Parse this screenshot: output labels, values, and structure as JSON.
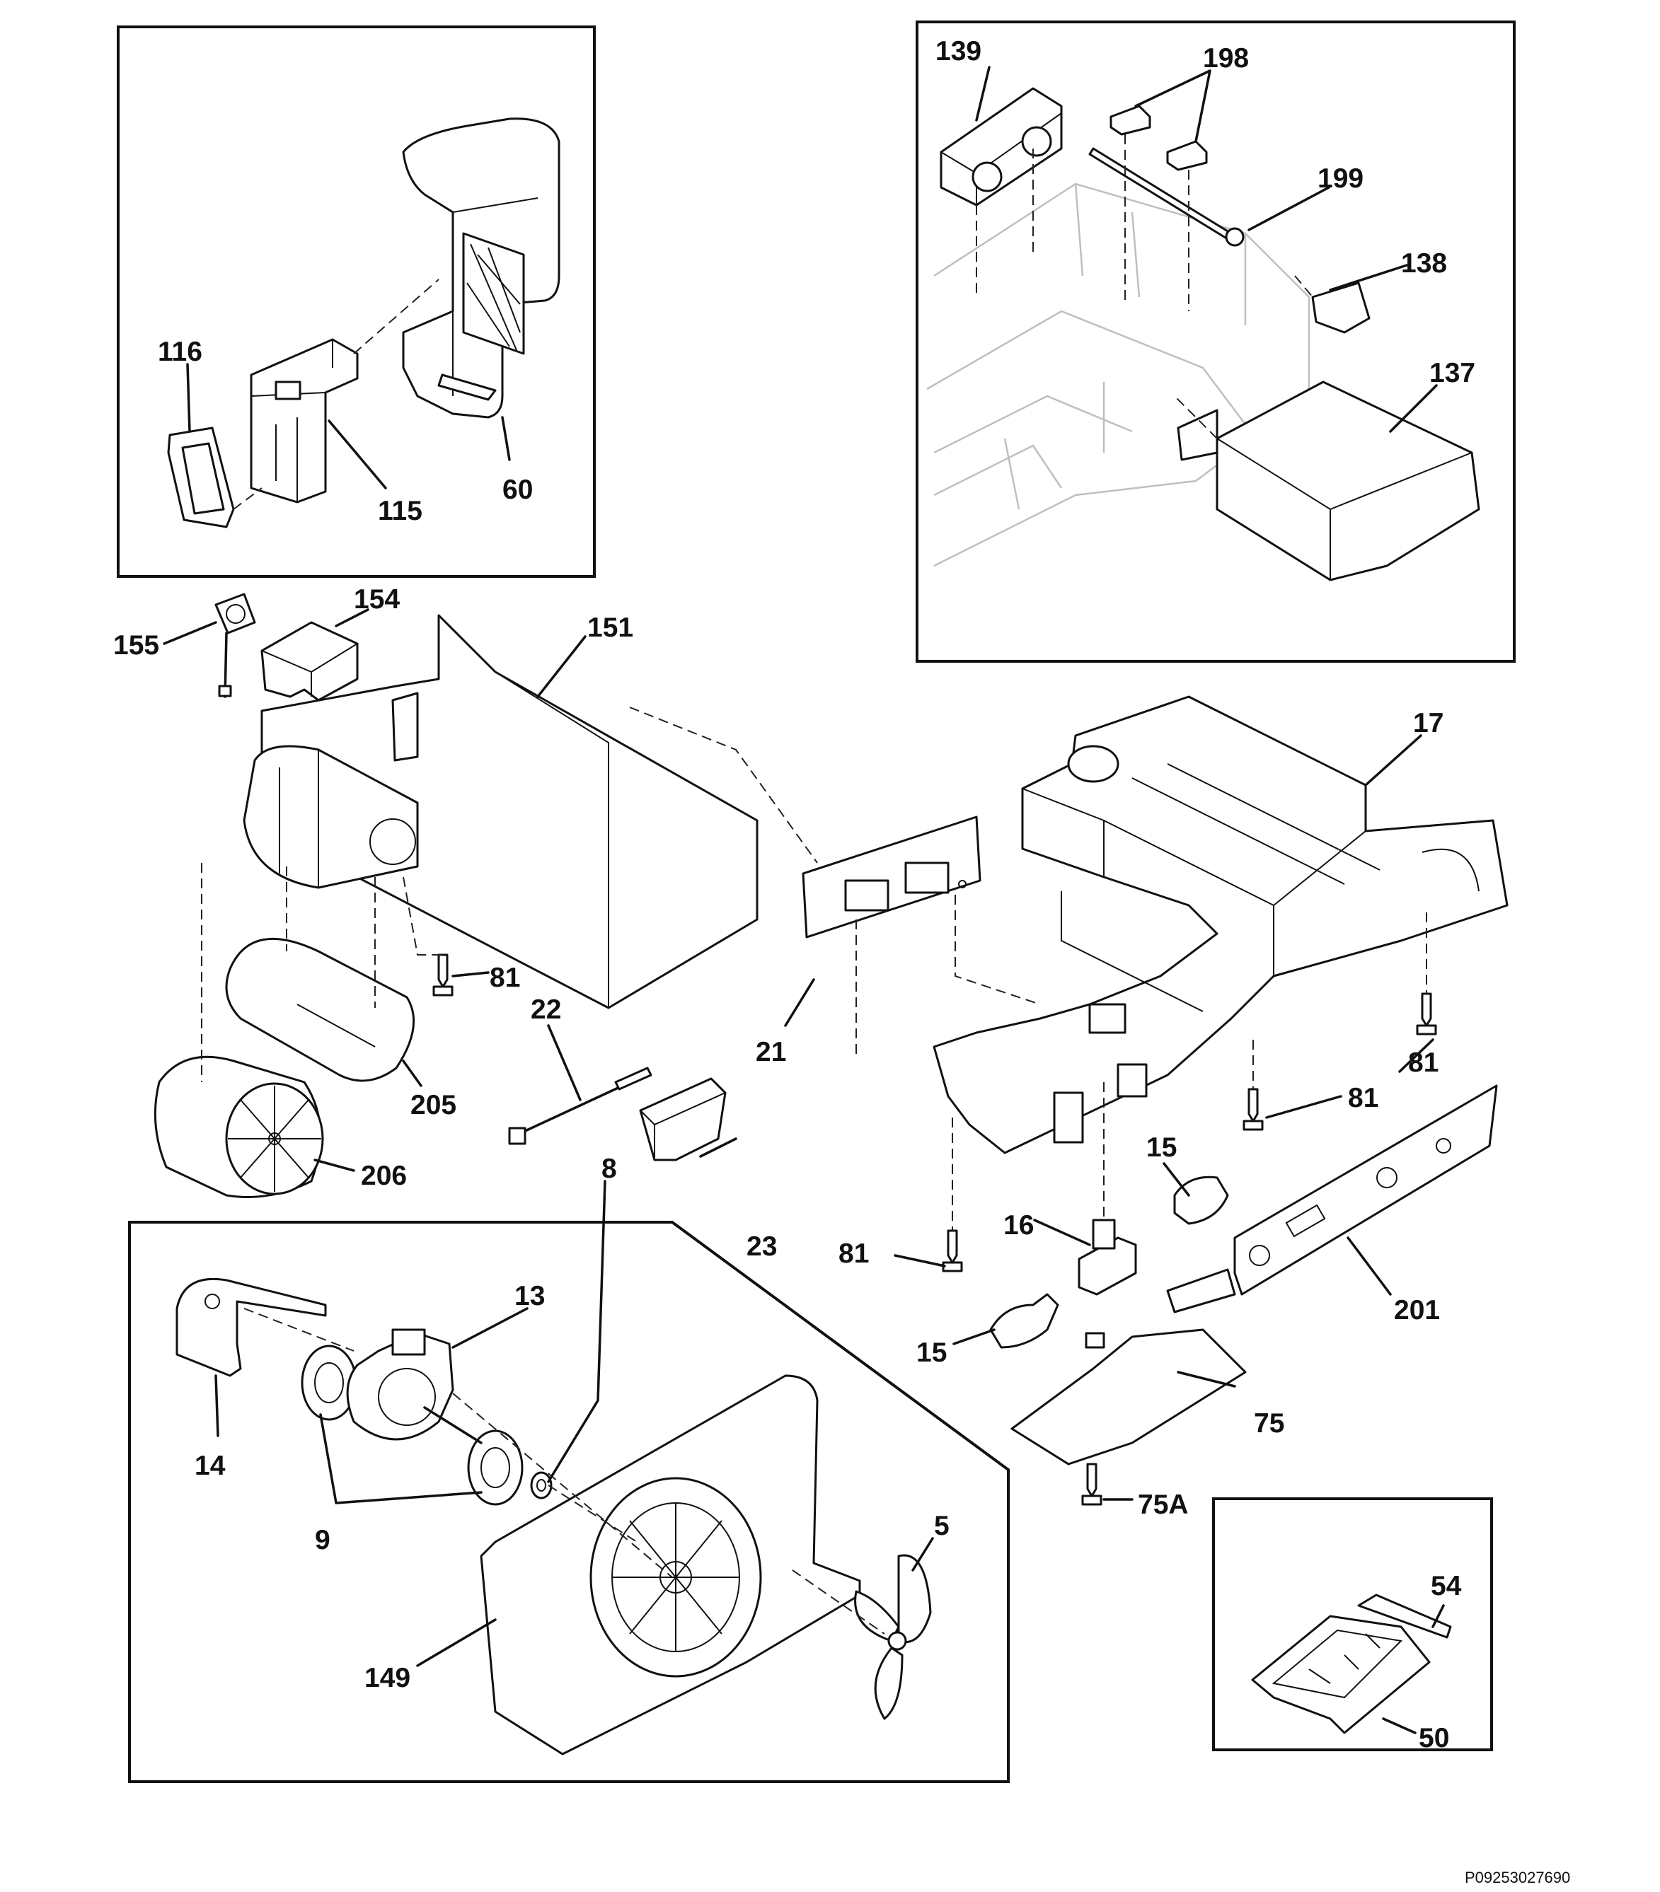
{
  "callouts": [
    "139",
    "198",
    "199",
    "138",
    "137",
    "116",
    "115",
    "60",
    "155",
    "154",
    "151",
    "17",
    "81",
    "22",
    "21",
    "205",
    "206",
    "81",
    "81",
    "15",
    "16",
    "81",
    "15",
    "201",
    "75",
    "75A",
    "13",
    "8",
    "14",
    "9",
    "5",
    "149",
    "54",
    "50",
    "23"
  ],
  "document_id": "P09253027690"
}
